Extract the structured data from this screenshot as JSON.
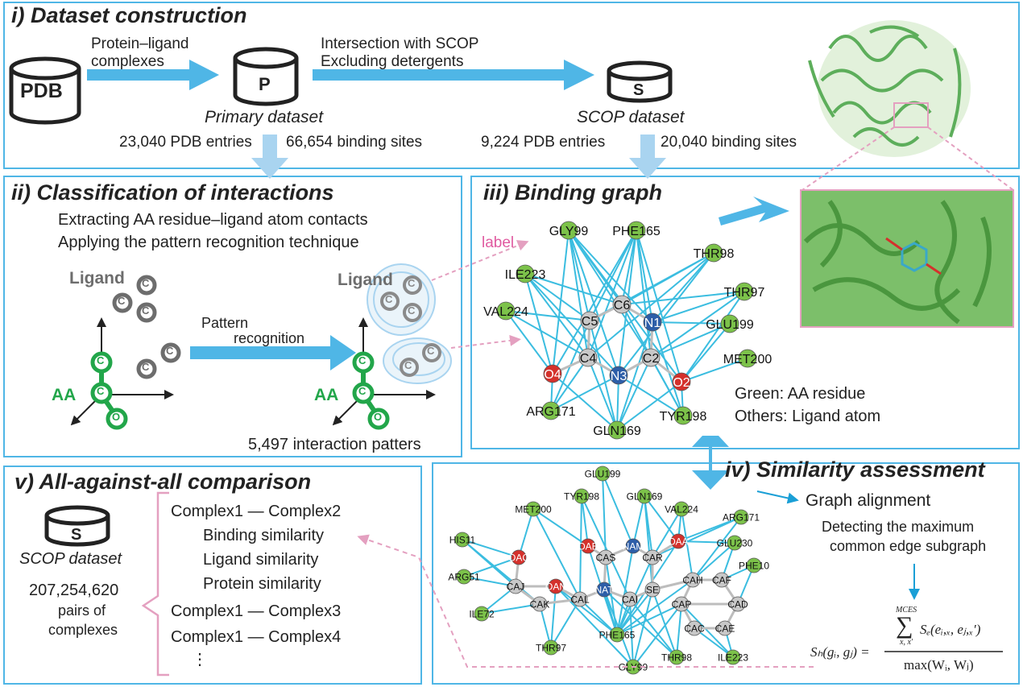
{
  "colors": {
    "panel_border": "#4fb6e6",
    "arrow": "#4fb6e6",
    "residue": "#7cc24a",
    "oxygen": "#d4312c",
    "nitrogen": "#2d5ea8",
    "carbon": "#c8c8c8",
    "edge": "#3bbde0",
    "aa_green": "#22a64a",
    "pink": "#e4a0c0",
    "ligand_gray": "#6d6d6d"
  },
  "panel1": {
    "title": "i) Dataset construction",
    "db_pdb": "PDB",
    "db_p": "P",
    "db_s": "S",
    "arrow1_line1": "Protein–ligand",
    "arrow1_line2": "complexes",
    "arrow2_line1": "Intersection with SCOP",
    "arrow2_line2": "Excluding detergents",
    "primary": "Primary dataset",
    "scop": "SCOP dataset",
    "stat1": "23,040 PDB entries",
    "stat2": "66,654 binding sites",
    "stat3": "9,224 PDB entries",
    "stat4": "20,040 binding sites"
  },
  "panel2": {
    "title": "ii) Classification of interactions",
    "line1": "Extracting AA residue–ligand atom contacts",
    "line2": "Applying the pattern recognition technique",
    "ligand": "Ligand",
    "aa": "AA",
    "c": "C",
    "o": "O",
    "arrow_line1": "Pattern",
    "arrow_line2": "recognition",
    "count": "5,497 interaction patters",
    "label": "label"
  },
  "panel3": {
    "title": "iii) Binding graph",
    "legend1": "Green: AA residue",
    "legend2": "Others: Ligand atom",
    "nodes": {
      "gly99": "GLY99",
      "phe165": "PHE165",
      "thr98": "THR98",
      "ile223": "ILE223",
      "thr97": "THR97",
      "val224": "VAL224",
      "glu199": "GLU199",
      "met200": "MET200",
      "arg171": "ARG171",
      "tyr198": "TYR198",
      "gln169": "GLN169",
      "c6": "C6",
      "c5": "C5",
      "n1": "N1",
      "c4": "C4",
      "c2": "C2",
      "o4": "O4",
      "n3": "N3",
      "o2": "O2"
    }
  },
  "panel4": {
    "title": "iv) Similarity assessment",
    "align": "Graph alignment",
    "detect1": "Detecting the maximum",
    "detect2": "common edge subgraph",
    "nodes": {
      "glu199": "GLU199",
      "tyr198": "TYR198",
      "gln169": "GLN169",
      "met200": "MET200",
      "val224": "VAL224",
      "arg171": "ARG171",
      "his11": "HIS11",
      "oab": "OAB",
      "nam": "NAM",
      "oaa": "OAA",
      "glu230": "GLU230",
      "oac": "OAC",
      "cas": "CAS",
      "car": "CAR",
      "phe10": "PHE10",
      "arg51": "ARG51",
      "caj": "CAJ",
      "oan": "OAN",
      "nat": "NAT",
      "se": "SE",
      "cah": "CAH",
      "caf": "CAF",
      "cak": "CAK",
      "cal": "CAL",
      "cai": "CAI",
      "cap": "CAP",
      "cad": "CAD",
      "ile72": "ILE72",
      "cac": "CAC",
      "cae": "CAE",
      "thr97": "THR97",
      "phe165": "PHE165",
      "thr98": "THR98",
      "ile223": "ILE223",
      "gly99": "GLY99"
    }
  },
  "panel5": {
    "title": "v) All-against-all comparison",
    "db_s": "S",
    "scop": "SCOP dataset",
    "count": "207,254,620",
    "pairs1": "pairs of",
    "pairs2": "complexes",
    "row1": "Complex1 — Complex2",
    "sub1": "Binding similarity",
    "sub2": "Ligand similarity",
    "sub3": "Protein similarity",
    "row2": "Complex1 — Complex3",
    "row3": "Complex1 — Complex4",
    "dots": "⋮"
  },
  "formula": {
    "lhs": "Sₕ(gᵢ, gⱼ) =",
    "sum_top": "MCES",
    "sum_bottom": "x, x′",
    "numerator": "Sₑ(eᵢ,ₓ, eⱼ,ₓ′)",
    "denominator": "max(Wᵢ, Wⱼ)"
  }
}
